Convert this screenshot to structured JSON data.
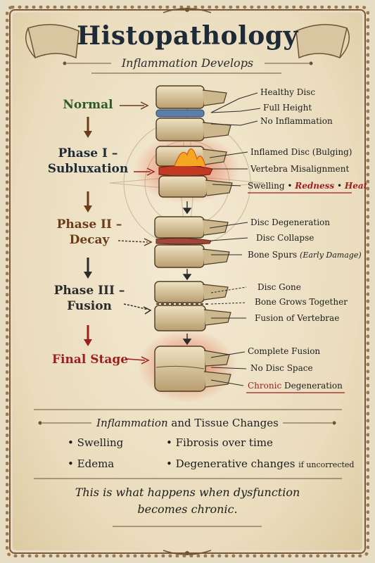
{
  "title": "Histopathology",
  "subtitle": "Inflammation Develops",
  "stages": [
    {
      "name": "Normal",
      "labels": [
        "Healthy Disc",
        "Full Height",
        "No Inflammation"
      ]
    },
    {
      "name": "Phase I –",
      "name2": "Subluxation",
      "labels": [
        "Inflamed Disc (Bulging)",
        "Vertebra Misalignment"
      ],
      "swelling": "Swelling",
      "sep": "•",
      "redness": "Redness",
      "heat": "Heat"
    },
    {
      "name": "Phase II –",
      "name2": "Decay",
      "labels": [
        "Disc Degeneration",
        "Disc Collapse"
      ],
      "bone_spurs": "Bone Spurs",
      "bone_spurs_note": "(Early Damage)"
    },
    {
      "name": "Phase III –",
      "name2": "Fusion",
      "labels": [
        "Disc Gone",
        "Bone Grows Together",
        "Fusion of Vertebrae"
      ]
    },
    {
      "name": "Final Stage",
      "labels": [
        "Complete Fusion",
        "No Disc Space"
      ],
      "chronic": "Chronic",
      "chronic_rest": "Degeneration"
    }
  ],
  "changes": {
    "title_part1": "Inflammation",
    "title_and": "and",
    "title_part2": "Tissue Changes",
    "bullet_char": "•",
    "left": [
      "Swelling",
      "Edema"
    ],
    "right": [
      "Fibrosis over time",
      "Degenerative changes"
    ],
    "right_suffix": "if uncorrected"
  },
  "closing": [
    "This is what happens when dysfunction",
    "becomes chronic."
  ],
  "colors": {
    "normal": "#2f5a2a",
    "phase1": "#1f2a38",
    "phase2": "#6a3c1a",
    "phase3": "#2b2b2b",
    "final": "#9d1e1e",
    "disc_blue": "#5a7fa8",
    "bone": "#d9c7a0"
  }
}
